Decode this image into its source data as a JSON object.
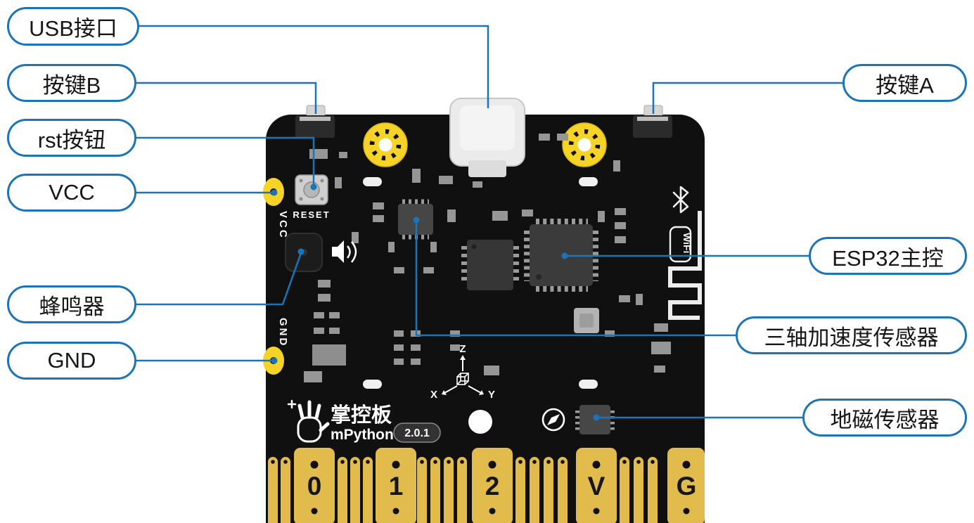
{
  "callouts": {
    "usb_port": {
      "label": "USB接口"
    },
    "button_b": {
      "label": "按键B"
    },
    "rst_button": {
      "label": "rst按钮"
    },
    "vcc": {
      "label": "VCC"
    },
    "buzzer": {
      "label": "蜂鸣器"
    },
    "gnd": {
      "label": "GND"
    },
    "button_a": {
      "label": "按键A"
    },
    "esp32": {
      "label": "ESP32主控"
    },
    "accelerometer": {
      "label": "三轴加速度传感器"
    },
    "magnetometer": {
      "label": "地磁传感器"
    }
  },
  "board": {
    "reset_label": "RESET",
    "vcc_pad_label": "VCC",
    "gnd_pad_label": "GND",
    "wifi_label": "WiFi",
    "logo_title": "掌控板",
    "logo_subtitle": "mPython",
    "version_badge": "2.0.1",
    "axis": {
      "x": "X",
      "y": "Y",
      "z": "Z"
    },
    "pins": [
      "0",
      "1",
      "2",
      "V",
      "G"
    ]
  },
  "colors": {
    "accent_blue": "#1b74b8",
    "board_black": "#101010",
    "gold": "#e2bb4d",
    "pad_yellow": "#f5d327"
  }
}
